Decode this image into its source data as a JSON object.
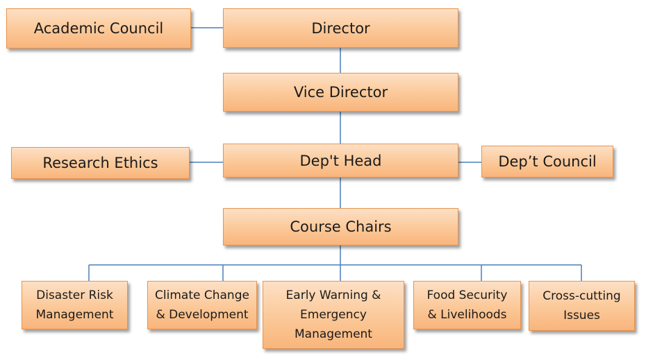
{
  "org_chart": {
    "academic_council": "Academic Council",
    "director": "Director",
    "vice_director": "Vice Director",
    "research_ethics": "Research Ethics",
    "dept_head": "Dep't Head",
    "dept_council": "Dep’t Council",
    "course_chairs": "Course Chairs",
    "courses": [
      {
        "line1": "Disaster Risk",
        "line2": "Management"
      },
      {
        "line1": "Climate Change",
        "line2": "& Development"
      },
      {
        "line1": "Early Warning &",
        "line2": "Emergency",
        "line3": "Management"
      },
      {
        "line1": "Food Security",
        "line2": "& Livelihoods"
      },
      {
        "line1": "Cross-cutting",
        "line2": "Issues"
      }
    ]
  },
  "colors": {
    "box_fill_top": "#fde0c5",
    "box_fill_bottom": "#f9b57c",
    "box_border": "#e8944e",
    "connector": "#4a7ebb",
    "text": "#1a1a1a"
  }
}
